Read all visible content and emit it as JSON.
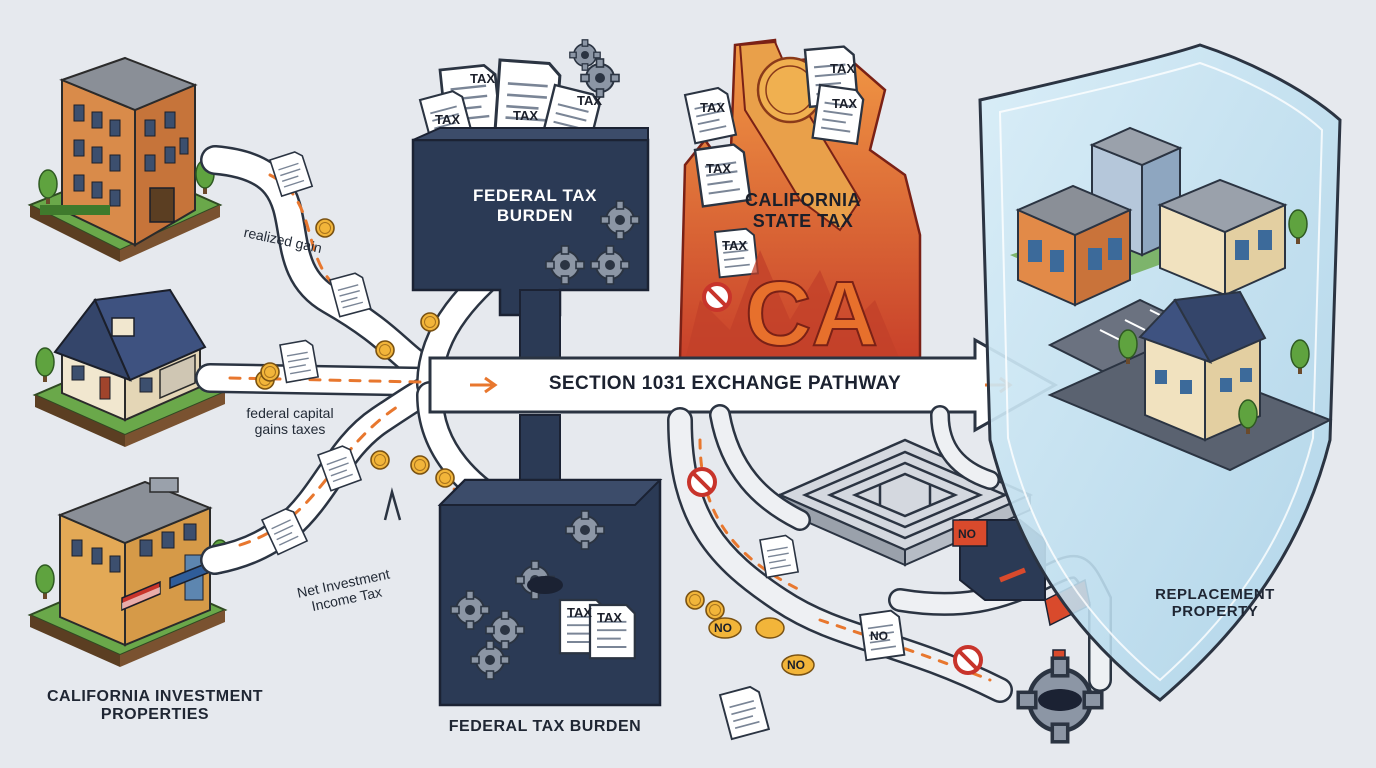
{
  "labels": {
    "realized_gain": "realized gain",
    "federal_capital_gains": "federal capital gains taxes",
    "niit": "Net Investment Income Tax",
    "ca_properties": "CALIFORNIA INVESTMENT PROPERTIES",
    "federal_top": "FEDERAL TAX BURDEN",
    "federal_bottom": "FEDERAL TAX BURDEN",
    "ca_state_tax": "CALIFORNIA STATE TAX",
    "ca_big": "CA",
    "pathway": "SECTION 1031 EXCHANGE PATHWAY",
    "replacement": "REPLACEMENT PROPERTY"
  },
  "document_word": "TAX",
  "blocker_word": "NO",
  "icons": [
    "building-icon",
    "house-icon",
    "storefront-icon",
    "tax-document-icon",
    "coin-icon",
    "gear-icon",
    "prohibition-icon",
    "maze-icon",
    "shield-icon",
    "drain-icon"
  ],
  "colors": {
    "background": "#e6e9ee",
    "navy": "#2b3a55",
    "orange": "#e8772e",
    "flame_red": "#c2402a",
    "coin": "#f2b53a",
    "shield": "#bfe0f0",
    "grass": "#5b9a3c"
  }
}
